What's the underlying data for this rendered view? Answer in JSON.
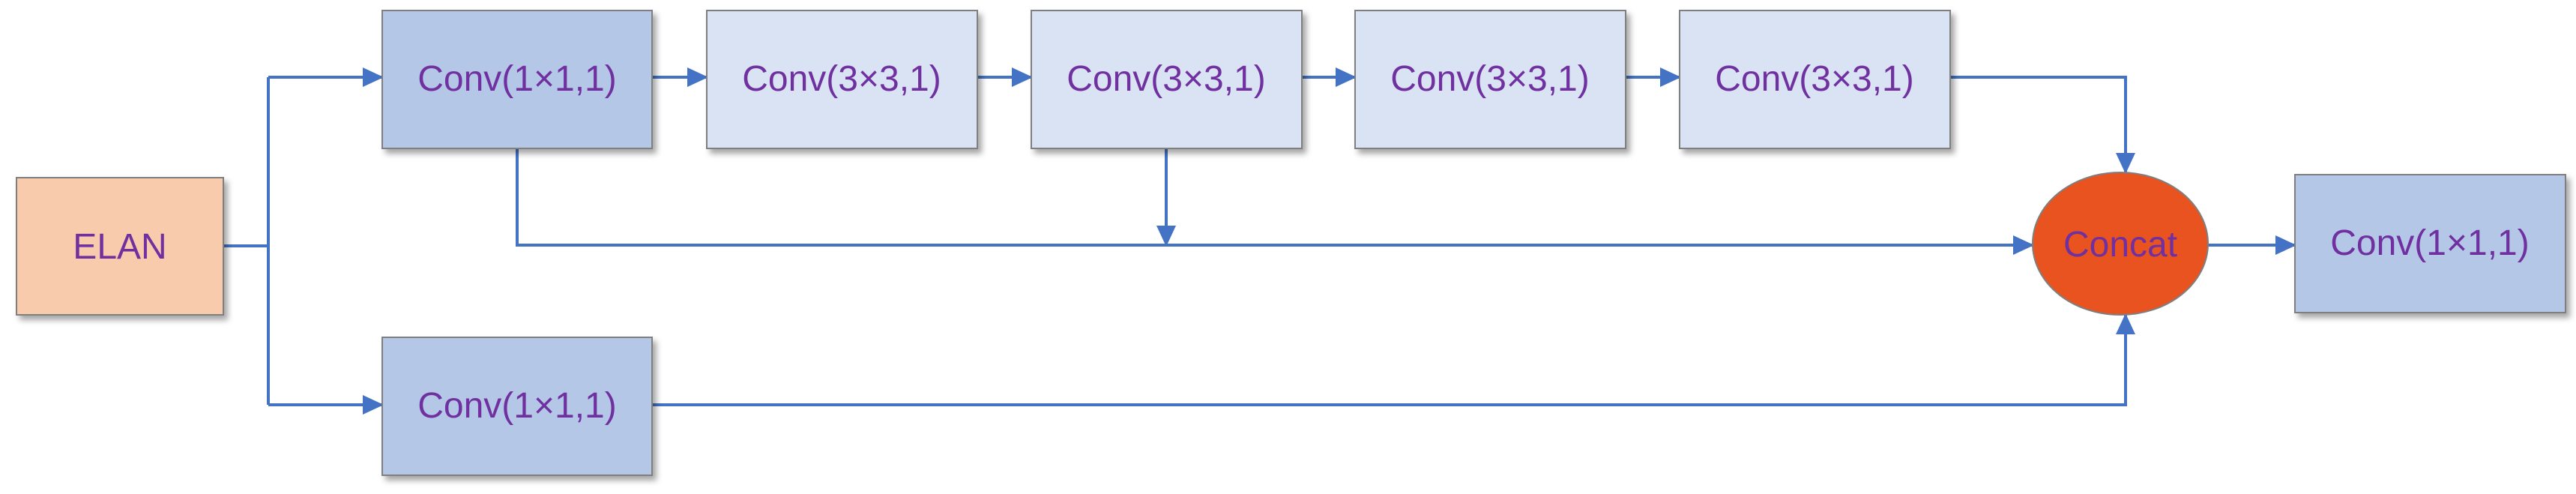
{
  "diagram": {
    "nodes": {
      "elan": "ELAN",
      "conv_top_1": "Conv(1×1,1)",
      "conv_top_2": "Conv(3×3,1)",
      "conv_top_3": "Conv(3×3,1)",
      "conv_top_4": "Conv(3×3,1)",
      "conv_top_5": "Conv(3×3,1)",
      "conv_bottom": "Conv(1×1,1)",
      "concat": "Concat",
      "conv_out": "Conv(1×1,1)"
    },
    "colors": {
      "edge": "#4472c4",
      "elan_fill": "#f8cbad",
      "conv_dark_fill": "#b4c7e7",
      "conv_light_fill": "#dae3f3",
      "concat_fill": "#e8531f",
      "label_text": "#7030a0"
    }
  }
}
